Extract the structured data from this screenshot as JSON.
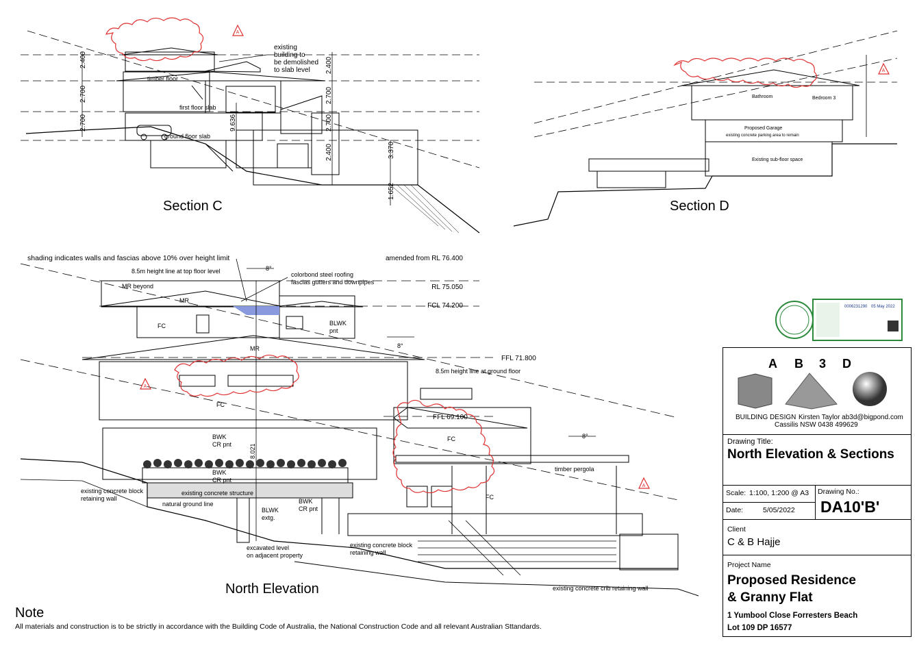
{
  "sections": {
    "c_title": "Section C",
    "d_title": "Section D",
    "c_notes": [
      "existing",
      "building to",
      "be demolished",
      "to slab level"
    ],
    "c_labels": {
      "timber_floor": "timber floor",
      "first_floor_slab": "first floor slab",
      "ground_floor_slab": "ground floor slab"
    },
    "c_dims_left": [
      "2.400",
      "2.700",
      "2.700"
    ],
    "c_dims_mid": [
      "9.636"
    ],
    "c_dims_right": [
      "2.400",
      "2.700",
      "2.700",
      "2.400",
      "3.370",
      "1.652"
    ],
    "d_labels": {
      "bathroom": "Bathroom",
      "bedroom": "Bedroom 3",
      "garage": "Proposed Garage",
      "parking": "existing concrete parking area to remain",
      "subfloor": "Existing sub-floor space"
    }
  },
  "elevation": {
    "title": "North Elevation",
    "shading_note": "shading indicates walls and fascias above 10% over height limit",
    "height_line_top": "8.5m height line at top floor level",
    "height_line_ground": "8.5m height line at ground floor",
    "roofing_note": [
      "colorbond steel roofing",
      "fascias gutters and downpipes"
    ],
    "amended": "amended from RL 76.400",
    "rl": "RL 75.050",
    "fcl": "FCL 74.200",
    "ffl1": "FFL 71.800",
    "ffl2": "FFL 69.100",
    "angle": "8°",
    "labels": {
      "mr_beyond": "MR beyond",
      "mr": "MR",
      "mr2": "MR",
      "fc": "FC",
      "fc2": "FC",
      "fc3": "FC",
      "fc4": "FC",
      "blwk_pnt": [
        "BLWK",
        "pnt"
      ],
      "bwk_cr": [
        "BWK",
        "CR pnt"
      ],
      "bwk_cr2": [
        "BWK",
        "CR pnt"
      ],
      "bwk_cr3": [
        "BWK",
        "CR pnt"
      ],
      "blwk_extg": [
        "BLWK",
        "extg."
      ],
      "timber_pergola": "timber pergola",
      "height_dim": "8.021",
      "ex_block": [
        "existing concrete block",
        "retaining wall"
      ],
      "ex_structure": "existing concrete structure",
      "natural_ground": "natural ground line",
      "excavated": [
        "excavated level",
        "on adjacent property"
      ],
      "ex_block2": [
        "existing concrete block",
        "retaining wall"
      ],
      "crib": "existing concrete crib retaining wall"
    }
  },
  "note": {
    "title": "Note",
    "text": "All materials and construction is to be strictly in accordance with the Building Code of Australia,  the National Construction Code and all relevant Australian Sttandards."
  },
  "titleblock": {
    "logo_letters": [
      "A",
      "B",
      "3",
      "D"
    ],
    "company": "BUILDING DESIGN",
    "contact": "Kirsten Taylor  ab3d@bigpond.com",
    "location": "Cassilis NSW    0438 499629",
    "drawing_title_label": "Drawing Title:",
    "drawing_title": "North Elevation & Sections",
    "scale_label": "Scale:",
    "scale": "1:100, 1:200 @ A3",
    "date_label": "Date:",
    "date": "5/05/2022",
    "drawing_no_label": "Drawing No.:",
    "drawing_no": "DA10'B'",
    "client_label": "Client",
    "client": "C & B Hajje",
    "project_label": "Project Name",
    "project": [
      "Proposed Residence",
      "& Granny Flat"
    ],
    "address": [
      "1 Yumbool Close Forresters Beach",
      "Lot 109 DP 16577"
    ]
  },
  "basix": {
    "number": "0006231290",
    "date": "05 May 2022"
  },
  "colors": {
    "cloud": "#e03030",
    "shading": "#8899dd"
  }
}
